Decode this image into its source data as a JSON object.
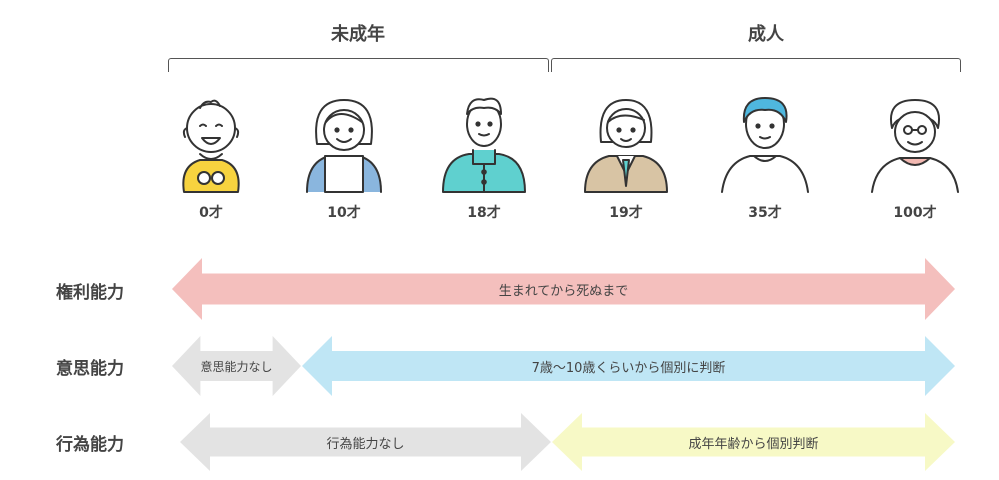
{
  "groups": {
    "minor": "未成年",
    "adult": "成人"
  },
  "people": [
    {
      "age": "0才",
      "icon": "baby-icon"
    },
    {
      "age": "10才",
      "icon": "child-icon"
    },
    {
      "age": "18才",
      "icon": "student-icon"
    },
    {
      "age": "19才",
      "icon": "young-adult-icon"
    },
    {
      "age": "35才",
      "icon": "adult-man-icon"
    },
    {
      "age": "100才",
      "icon": "elderly-icon"
    }
  ],
  "rows": {
    "rights": {
      "label": "権利能力",
      "arrow": "生まれてから死ぬまで",
      "color": "#f4bfbd"
    },
    "will": {
      "label": "意思能力",
      "arrow_none": "意思能力なし",
      "arrow": "7歳〜10歳くらいから個別に判断",
      "color_none": "#e3e3e3",
      "color": "#bfe6f5"
    },
    "act": {
      "label": "行為能力",
      "arrow_none": "行為能力なし",
      "arrow": "成年年齢から個別判断",
      "color_none": "#e3e3e3",
      "color": "#f7f9c6"
    }
  }
}
